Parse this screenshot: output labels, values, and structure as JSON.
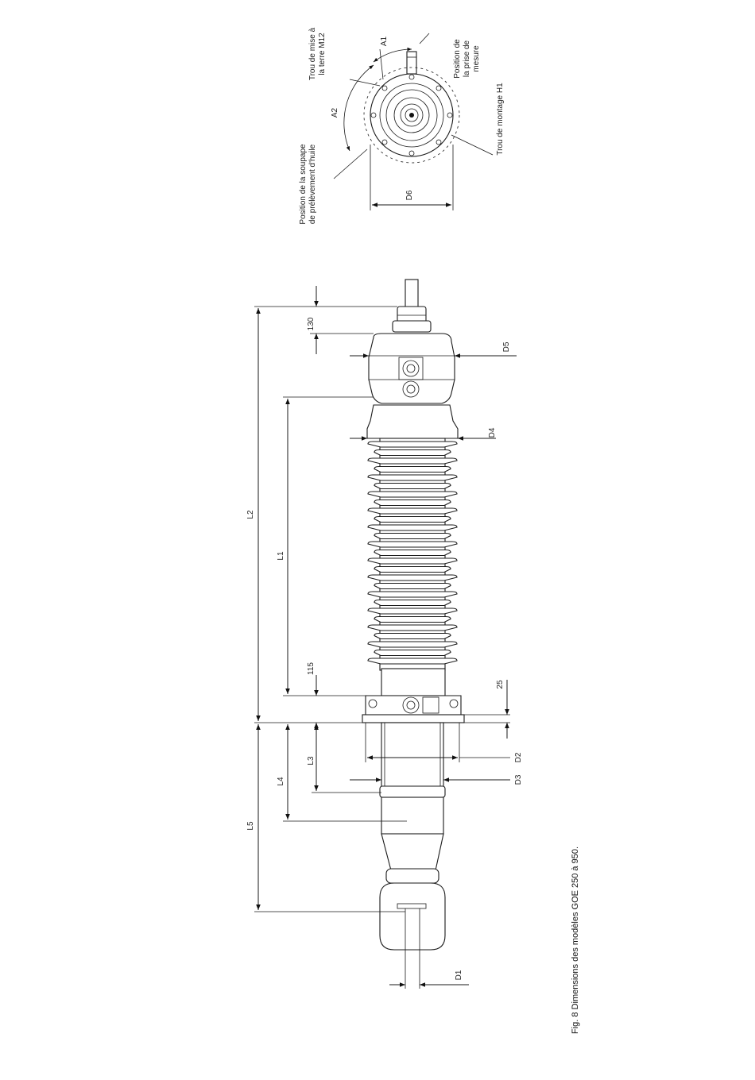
{
  "caption": "Fig. 8 Dimensions des modèles GOE 250 à 950.",
  "dimensions": {
    "a1": "A1",
    "a2": "A2",
    "d6": "D6",
    "d5": "D5",
    "d4": "D4",
    "d2": "D2",
    "d3": "D3",
    "d1": "D1",
    "l1": "L1",
    "l2": "L2",
    "l3": "L3",
    "l4": "L4",
    "l5": "L5",
    "v130": "130",
    "v115": "115",
    "v25": "25"
  },
  "top_view_labels": {
    "earth_hole": [
      "Trou de mise à",
      "la terre M12"
    ],
    "test_tap": [
      "Position de",
      "la prise de",
      "mesure"
    ],
    "mounting_hole": "Trou de montage H1",
    "oil_valve": [
      "Position de la soupape",
      "de prélèvement d'huile"
    ]
  }
}
